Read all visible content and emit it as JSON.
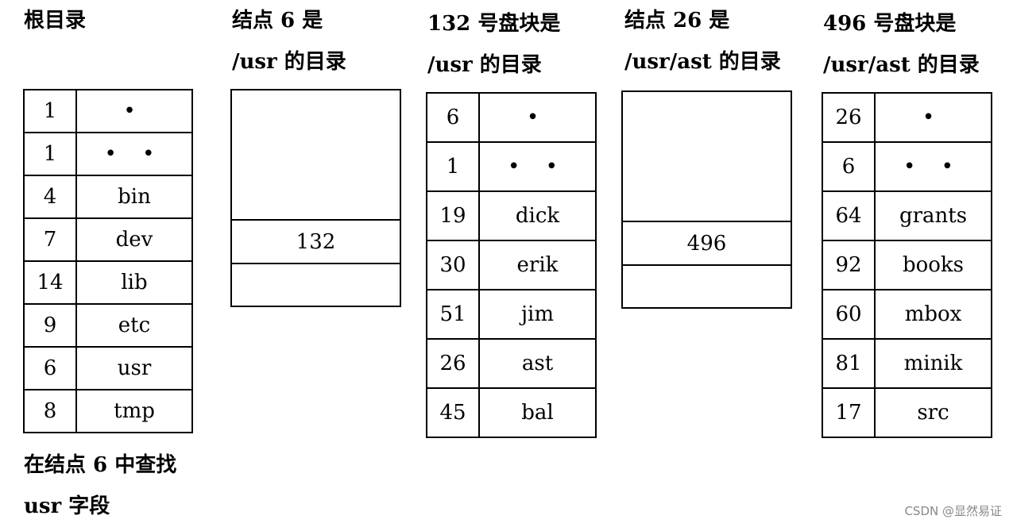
{
  "captions": {
    "root": [
      "根目录"
    ],
    "inode6": [
      "结点 6 是",
      "/usr 的目录"
    ],
    "block132": [
      "132 号盘块是",
      "/usr 的目录"
    ],
    "inode26": [
      "结点 26 是",
      "/usr/ast 的目录"
    ],
    "block496": [
      "496 号盘块是",
      "/usr/ast 的目录"
    ],
    "footer": [
      "在结点 6 中查找",
      "usr 字段"
    ]
  },
  "root_dir": [
    {
      "num": "1",
      "name": "•"
    },
    {
      "num": "1",
      "name": "• •"
    },
    {
      "num": "4",
      "name": "bin"
    },
    {
      "num": "7",
      "name": "dev"
    },
    {
      "num": "14",
      "name": "lib"
    },
    {
      "num": "9",
      "name": "etc"
    },
    {
      "num": "6",
      "name": "usr"
    },
    {
      "num": "8",
      "name": "tmp"
    }
  ],
  "inode6": {
    "block": "132"
  },
  "block132_dir": [
    {
      "num": "6",
      "name": "•"
    },
    {
      "num": "1",
      "name": "• •"
    },
    {
      "num": "19",
      "name": "dick"
    },
    {
      "num": "30",
      "name": "erik"
    },
    {
      "num": "51",
      "name": "jim"
    },
    {
      "num": "26",
      "name": "ast"
    },
    {
      "num": "45",
      "name": "bal"
    }
  ],
  "inode26": {
    "block": "496"
  },
  "block496_dir": [
    {
      "num": "26",
      "name": "•"
    },
    {
      "num": "6",
      "name": "• •"
    },
    {
      "num": "64",
      "name": "grants"
    },
    {
      "num": "92",
      "name": "books"
    },
    {
      "num": "60",
      "name": "mbox"
    },
    {
      "num": "81",
      "name": "minik"
    },
    {
      "num": "17",
      "name": "src"
    }
  ],
  "watermark": "CSDN @显然易证"
}
